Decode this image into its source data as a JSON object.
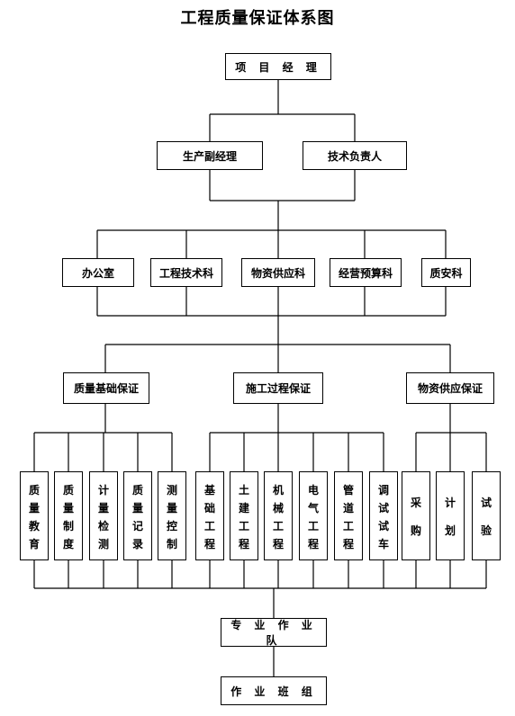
{
  "title": "工程质量保证体系图",
  "top": {
    "manager": "项 目 经 理"
  },
  "deputies": [
    {
      "label": "生产副经理"
    },
    {
      "label": "技术负责人"
    }
  ],
  "departments": [
    {
      "label": "办公室"
    },
    {
      "label": "工程技术科"
    },
    {
      "label": "物资供应科"
    },
    {
      "label": "经营预算科"
    },
    {
      "label": "质安科"
    }
  ],
  "guarantees": [
    {
      "label": "质量基础保证"
    },
    {
      "label": "施工过程保证"
    },
    {
      "label": "物资供应保证"
    }
  ],
  "leaves": [
    {
      "label": "质量教育"
    },
    {
      "label": "质量制度"
    },
    {
      "label": "计量检测"
    },
    {
      "label": "质量记录"
    },
    {
      "label": "测量控制"
    },
    {
      "label": "基础工程"
    },
    {
      "label": "土建工程"
    },
    {
      "label": "机械工程"
    },
    {
      "label": "电气工程"
    },
    {
      "label": "管道工程"
    },
    {
      "label": "调试试车"
    },
    {
      "label": "采购"
    },
    {
      "label": "计划"
    },
    {
      "label": "试验"
    }
  ],
  "team": {
    "label": "专 业 作 业 队"
  },
  "group": {
    "label": "作 业 班 组"
  }
}
